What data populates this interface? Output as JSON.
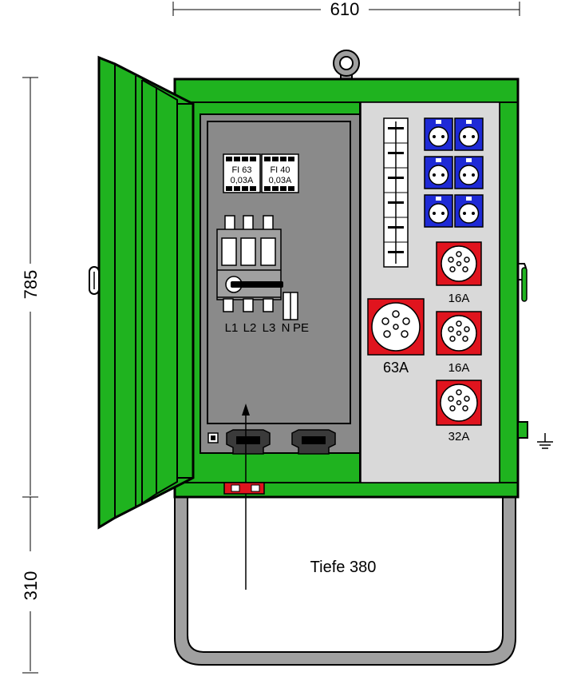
{
  "dimensions": {
    "width": "610",
    "height_cabinet": "785",
    "height_base": "310",
    "depth": "Tiefe 380"
  },
  "rcd": [
    {
      "label": "FI 63",
      "rating": "0,03A"
    },
    {
      "label": "FI 40",
      "rating": "0,03A"
    }
  ],
  "terminals": [
    "L1",
    "L2",
    "L3",
    "N",
    "PE"
  ],
  "cee_sockets": [
    {
      "rating": "63A"
    },
    {
      "rating": "16A"
    },
    {
      "rating": "16A"
    },
    {
      "rating": "32A"
    }
  ],
  "schuko_count": 6,
  "colors": {
    "enclosure": "#1fb31f",
    "outline": "#000000",
    "panel_gray": "#8a8a8a",
    "plate_light": "#d9d9d9",
    "cee_red": "#e0141e",
    "schuko_blue": "#1e2ad6",
    "frame_gray": "#a0a0a0"
  }
}
